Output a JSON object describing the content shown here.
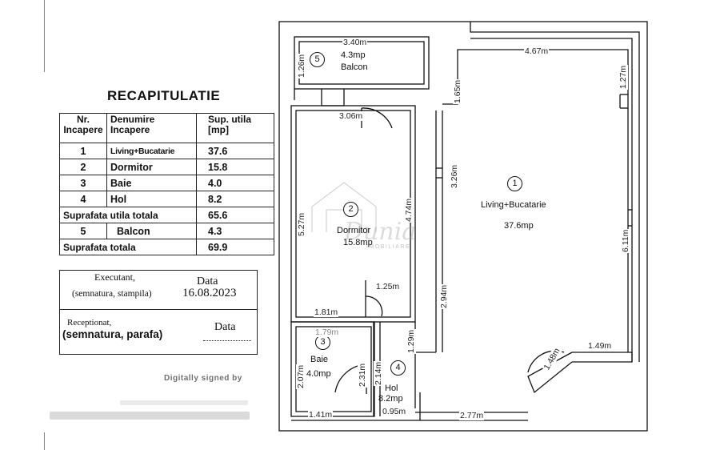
{
  "recap": {
    "title": "RECAPITULATIE",
    "headers": {
      "nr": "Nr. Incapere",
      "name": "Denumire Incapere",
      "area": "Sup. utila [mp]"
    },
    "rows": [
      {
        "nr": "1",
        "name": "Living+Bucatarie",
        "area": "37.6"
      },
      {
        "nr": "2",
        "name": "Dormitor",
        "area": "15.8"
      },
      {
        "nr": "3",
        "name": "Baie",
        "area": "4.0"
      },
      {
        "nr": "4",
        "name": "Hol",
        "area": "8.2"
      }
    ],
    "useful_total": {
      "label": "Suprafata utila totala",
      "value": "65.6"
    },
    "balcony": {
      "nr": "5",
      "name": "Balcon",
      "area": "4.3"
    },
    "total": {
      "label": "Suprafata totala",
      "value": "69.9"
    },
    "executant": {
      "label": "Executant,",
      "sub": "(semnatura, stampila)",
      "date_label": "Data",
      "date": "16.08.2023"
    },
    "receptionat": {
      "label": "Receptionat,",
      "sub": "(semnatura, parafa)",
      "date_label": "Data"
    },
    "digital_sig": "Digitally signed by"
  },
  "rooms": {
    "r1": {
      "num": "1",
      "name": "Living+Bucatarie",
      "area": "37.6mp"
    },
    "r2": {
      "num": "2",
      "name": "Dormitor",
      "area": "15.8mp"
    },
    "r3": {
      "num": "3",
      "name": "Baie",
      "area": "4.0mp"
    },
    "r4": {
      "num": "4",
      "name": "Hol",
      "area": "8.2mp"
    },
    "r5": {
      "num": "5",
      "name": "Balcon",
      "area": "4.3mp"
    }
  },
  "dims": {
    "d340": "3.40m",
    "d126a": "1.26m",
    "d306": "3.06m",
    "d467": "4.67m",
    "d165": "1.65m",
    "d127": "1.27m",
    "d326": "3.26m",
    "d527": "5.27m",
    "d474": "4.74m",
    "d611": "6.11m",
    "d125": "1.25m",
    "d294": "2.94m",
    "d181": "1.81m",
    "d179": "1.79m",
    "d129": "1.29m",
    "d149": "1.49m",
    "d207": "2.07m",
    "d231": "2.31m",
    "d214": "2.14m",
    "d148": "1.48m",
    "d141": "1.41m",
    "d095": "0.95m",
    "d277": "2.77m"
  },
  "watermark": {
    "brand": "Dunia",
    "sub": "IMOBILIARE"
  }
}
